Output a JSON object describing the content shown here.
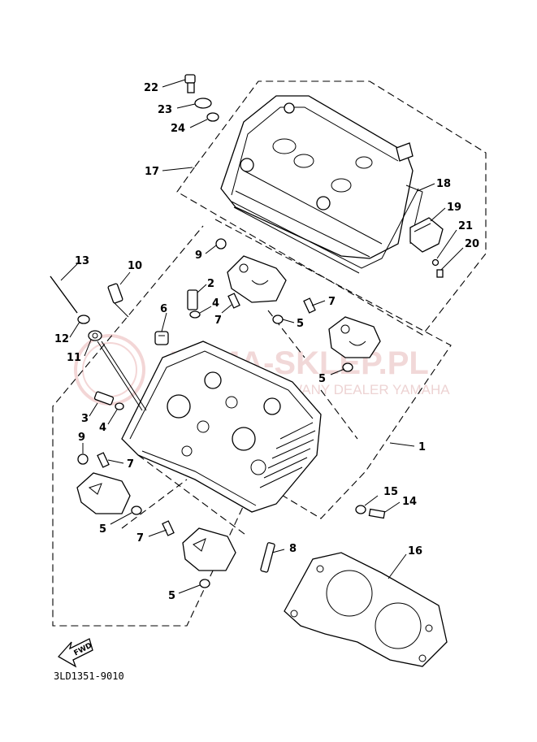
{
  "diagram_code": "3LD1351-9010",
  "fwd_label": "FWD",
  "watermark": {
    "title": "YAMA-SKLEP.PL",
    "subtitle": "AUTORYZOWANY DEALER YAMAHA"
  },
  "callouts": [
    {
      "id": "c22",
      "label": "22"
    },
    {
      "id": "c23",
      "label": "23"
    },
    {
      "id": "c24",
      "label": "24"
    },
    {
      "id": "c17",
      "label": "17"
    },
    {
      "id": "c18",
      "label": "18"
    },
    {
      "id": "c19",
      "label": "19"
    },
    {
      "id": "c21",
      "label": "21"
    },
    {
      "id": "c20",
      "label": "20"
    },
    {
      "id": "c9a",
      "label": "9"
    },
    {
      "id": "c2",
      "label": "2"
    },
    {
      "id": "c13",
      "label": "13"
    },
    {
      "id": "c10",
      "label": "10"
    },
    {
      "id": "c6",
      "label": "6"
    },
    {
      "id": "c4a",
      "label": "4"
    },
    {
      "id": "c7a",
      "label": "7"
    },
    {
      "id": "c5a",
      "label": "5"
    },
    {
      "id": "c7b",
      "label": "7"
    },
    {
      "id": "c12",
      "label": "12"
    },
    {
      "id": "c11",
      "label": "11"
    },
    {
      "id": "c5b",
      "label": "5"
    },
    {
      "id": "c3",
      "label": "3"
    },
    {
      "id": "c4b",
      "label": "4"
    },
    {
      "id": "c9b",
      "label": "9"
    },
    {
      "id": "c7c",
      "label": "7"
    },
    {
      "id": "c1",
      "label": "1"
    },
    {
      "id": "c5c",
      "label": "5"
    },
    {
      "id": "c15",
      "label": "15"
    },
    {
      "id": "c14",
      "label": "14"
    },
    {
      "id": "c7d",
      "label": "7"
    },
    {
      "id": "c8",
      "label": "8"
    },
    {
      "id": "c16",
      "label": "16"
    },
    {
      "id": "c5d",
      "label": "5"
    }
  ]
}
